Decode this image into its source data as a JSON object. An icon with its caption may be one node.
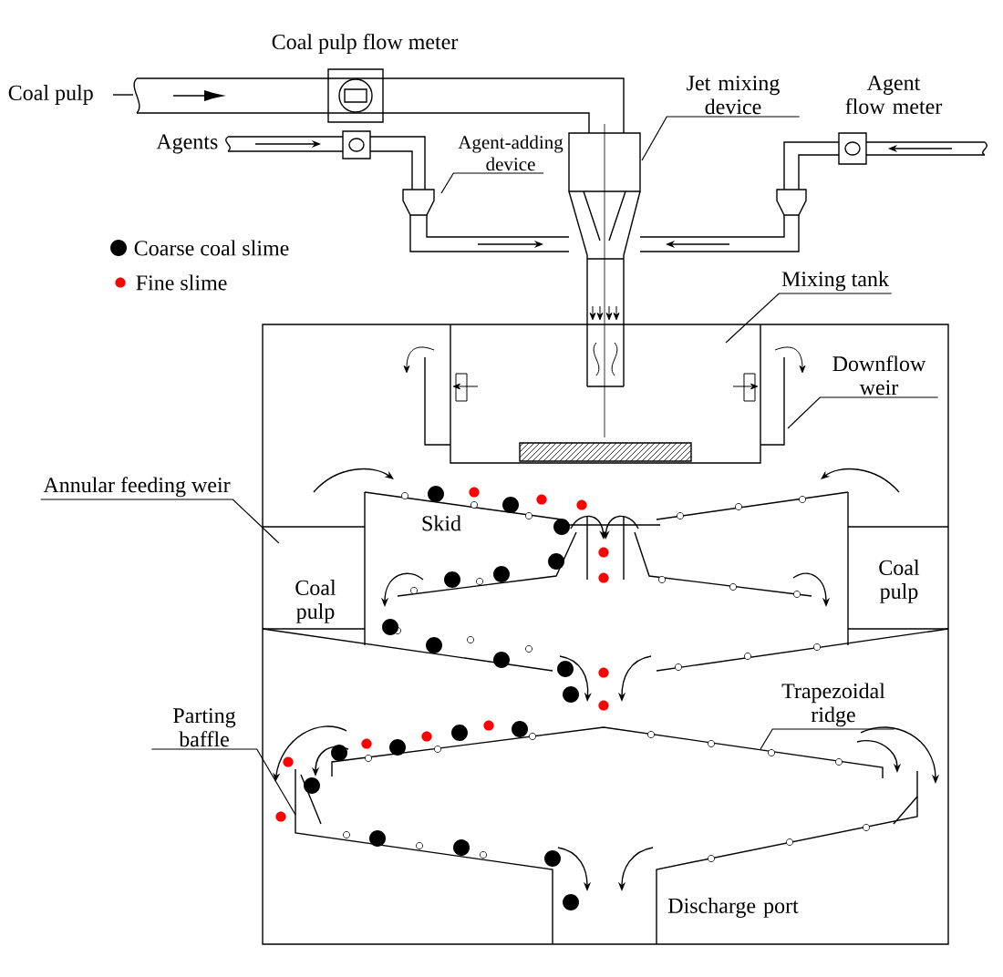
{
  "diagram": {
    "nodes": [
      {
        "text": [
          "Agent-adding device"
        ]
      },
      {
        "text": [
          "Jet mixing device"
        ]
      },
      {
        "text": [
          "Mixing tank"
        ]
      },
      {
        "text": [
          "Downflow weir"
        ]
      },
      {
        "text": [
          "Annular feeding weir"
        ]
      },
      {
        "text": [
          "Parting baffle"
        ]
      },
      {
        "text": [
          "Trapezoidal ridge"
        ]
      }
    ],
    "edges": [
      {
        "from": 0,
        "to": null,
        "arrow": "none"
      },
      {
        "from": 1,
        "to": null,
        "arrow": "none"
      },
      {
        "from": 2,
        "to": null,
        "arrow": "none"
      },
      {
        "from": 3,
        "to": null,
        "arrow": "none"
      },
      {
        "from": 4,
        "to": null,
        "arrow": "none"
      },
      {
        "from": 5,
        "to": null,
        "arrow": "none"
      },
      {
        "from": 6,
        "to": null,
        "arrow": "none"
      }
    ],
    "labels": [
      "Coal pulp flow meter",
      "Coal pulp",
      "Agents",
      "Agent flow meter",
      "Skid",
      "Coal pulp",
      "Coal pulp",
      "Discharge port"
    ],
    "legend": [
      {
        "text": "Coarse coal slime",
        "color": "#000000"
      },
      {
        "text": "Fine slime",
        "color": "#ff0000"
      }
    ]
  }
}
